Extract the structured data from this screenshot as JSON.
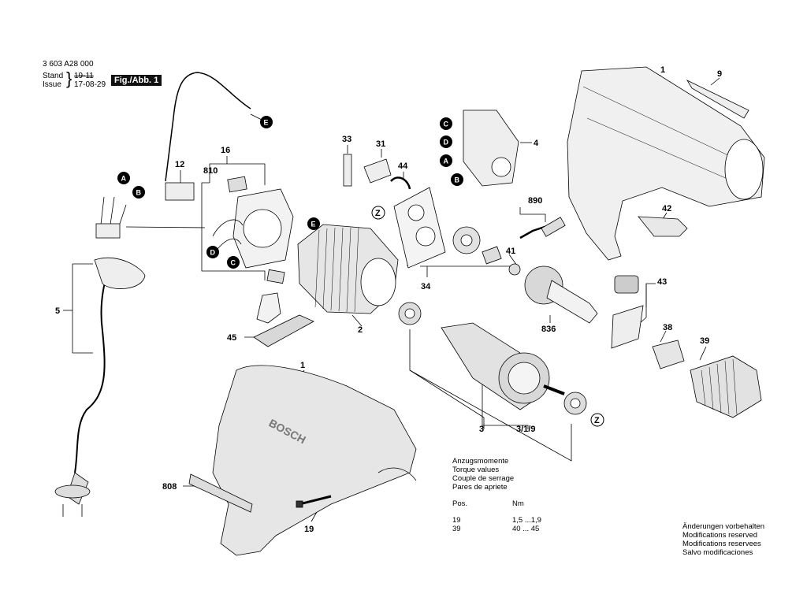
{
  "header": {
    "doc_number": "3 603 A28 000",
    "stand_label": "Stand",
    "issue_label": "Issue",
    "stand_value": "19-11",
    "issue_value": "17-08-29",
    "figure_label": "Fig./Abb. 1"
  },
  "part_labels": [
    "1",
    "9",
    "4",
    "33",
    "31",
    "44",
    "16",
    "12",
    "810",
    "890",
    "42",
    "E",
    "Z",
    "34",
    "41",
    "43",
    "836",
    "38",
    "39",
    "45",
    "2",
    "5",
    "3",
    "3/1/9",
    "808",
    "19"
  ],
  "connector_markers": [
    "A",
    "B",
    "C",
    "D",
    "E",
    "Z"
  ],
  "brand_mark": "BOSCH",
  "torque": {
    "title_lines": [
      "Anzugsmomente",
      "Torque values",
      "Couple de serrage",
      "Pares de apriete"
    ],
    "col_pos": "Pos.",
    "col_nm": "Nm",
    "rows": [
      {
        "pos": "19",
        "nm": "1,5 ...1,9"
      },
      {
        "pos": "39",
        "nm": "40 ... 45"
      }
    ]
  },
  "notes": [
    "Änderungen vorbehalten",
    "Modifications reserved",
    "Modifications reservees",
    "Salvo modificaciones"
  ]
}
